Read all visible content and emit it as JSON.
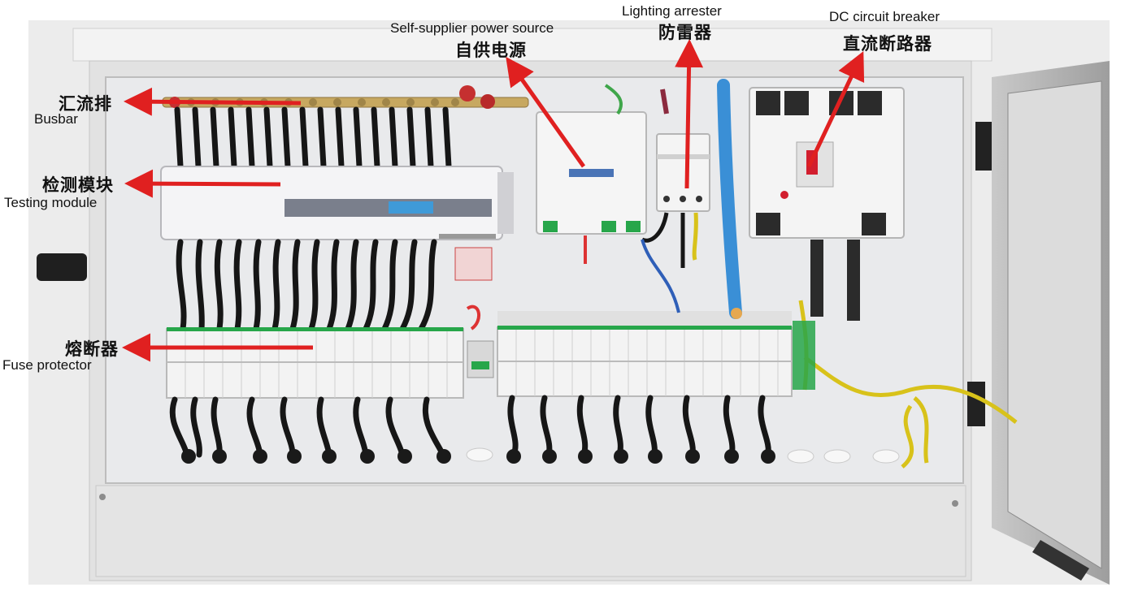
{
  "labels": {
    "busbar": {
      "cn": "汇流排",
      "en": "Busbar"
    },
    "testing_module": {
      "cn": "检测模块",
      "en": "Testing module"
    },
    "fuse_protector": {
      "cn": "熔断器",
      "en": "Fuse protector"
    },
    "power_source": {
      "cn": "自供电源",
      "en": "Self-supplier power source"
    },
    "lighting_arrester": {
      "cn": "防雷器",
      "en": "Lighting arrester"
    },
    "dc_breaker": {
      "cn": "直流断路器",
      "en": "DC circuit breaker"
    }
  },
  "colors": {
    "arrow": "#e02020",
    "cabinet": "#e6e6e6",
    "panel": "#e9eaec",
    "cable_blue": "#3a8fd6",
    "terminal_green": "#22a544",
    "earth_yellow": "#d8c21a"
  }
}
